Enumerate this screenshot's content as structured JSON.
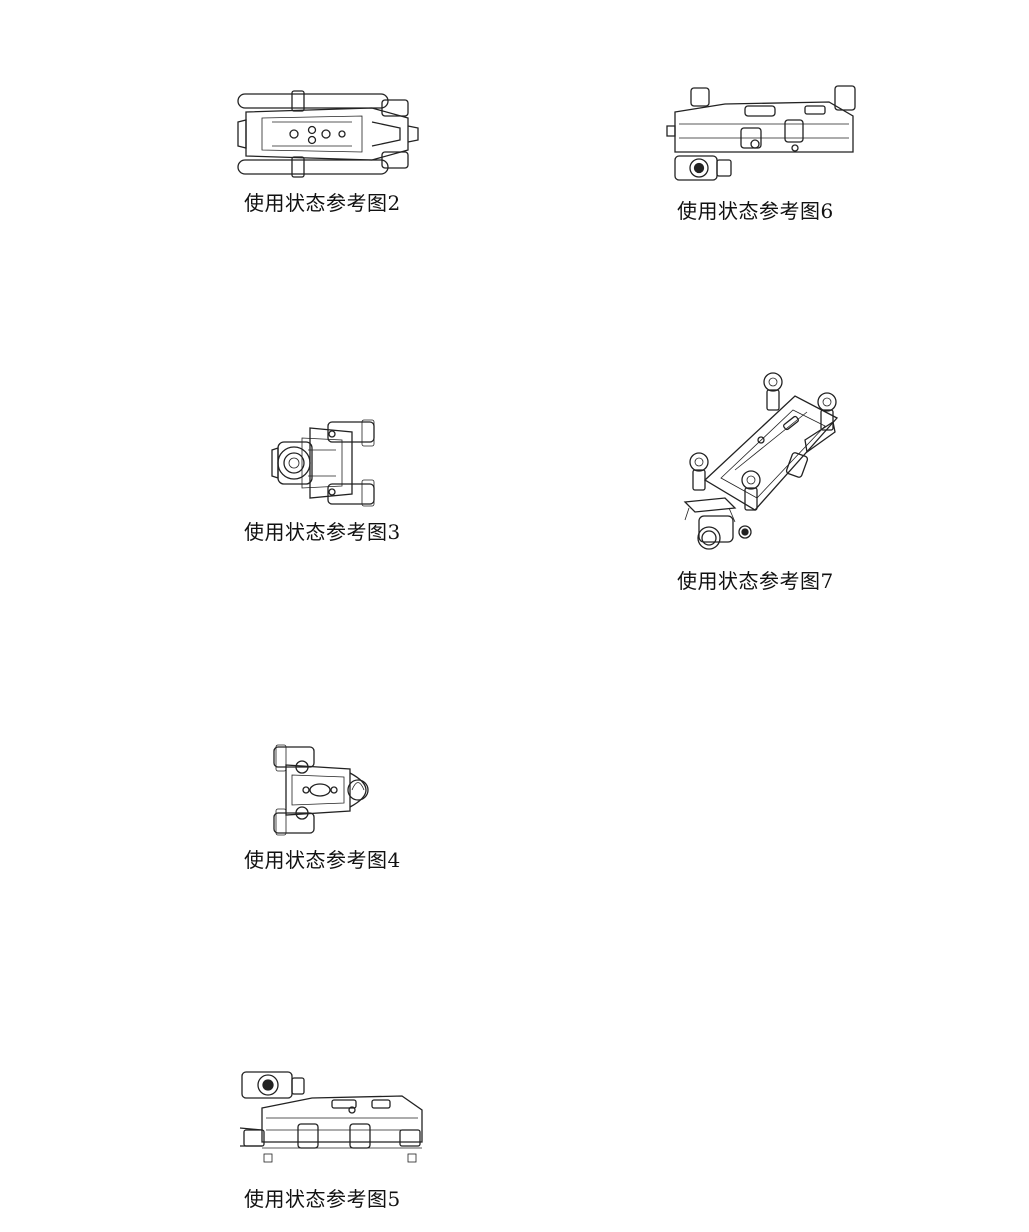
{
  "figures": [
    {
      "id": "fig2",
      "caption": "使用状态参考图2",
      "view": "drone-top-view-folded"
    },
    {
      "id": "fig3",
      "caption": "使用状态参考图3",
      "view": "drone-front-view"
    },
    {
      "id": "fig4",
      "caption": "使用状态参考图4",
      "view": "drone-rear-view"
    },
    {
      "id": "fig5",
      "caption": "使用状态参考图5",
      "view": "drone-left-side-view"
    },
    {
      "id": "fig6",
      "caption": "使用状态参考图6",
      "view": "drone-right-side-view"
    },
    {
      "id": "fig7",
      "caption": "使用状态参考图7",
      "view": "drone-perspective-view"
    }
  ]
}
